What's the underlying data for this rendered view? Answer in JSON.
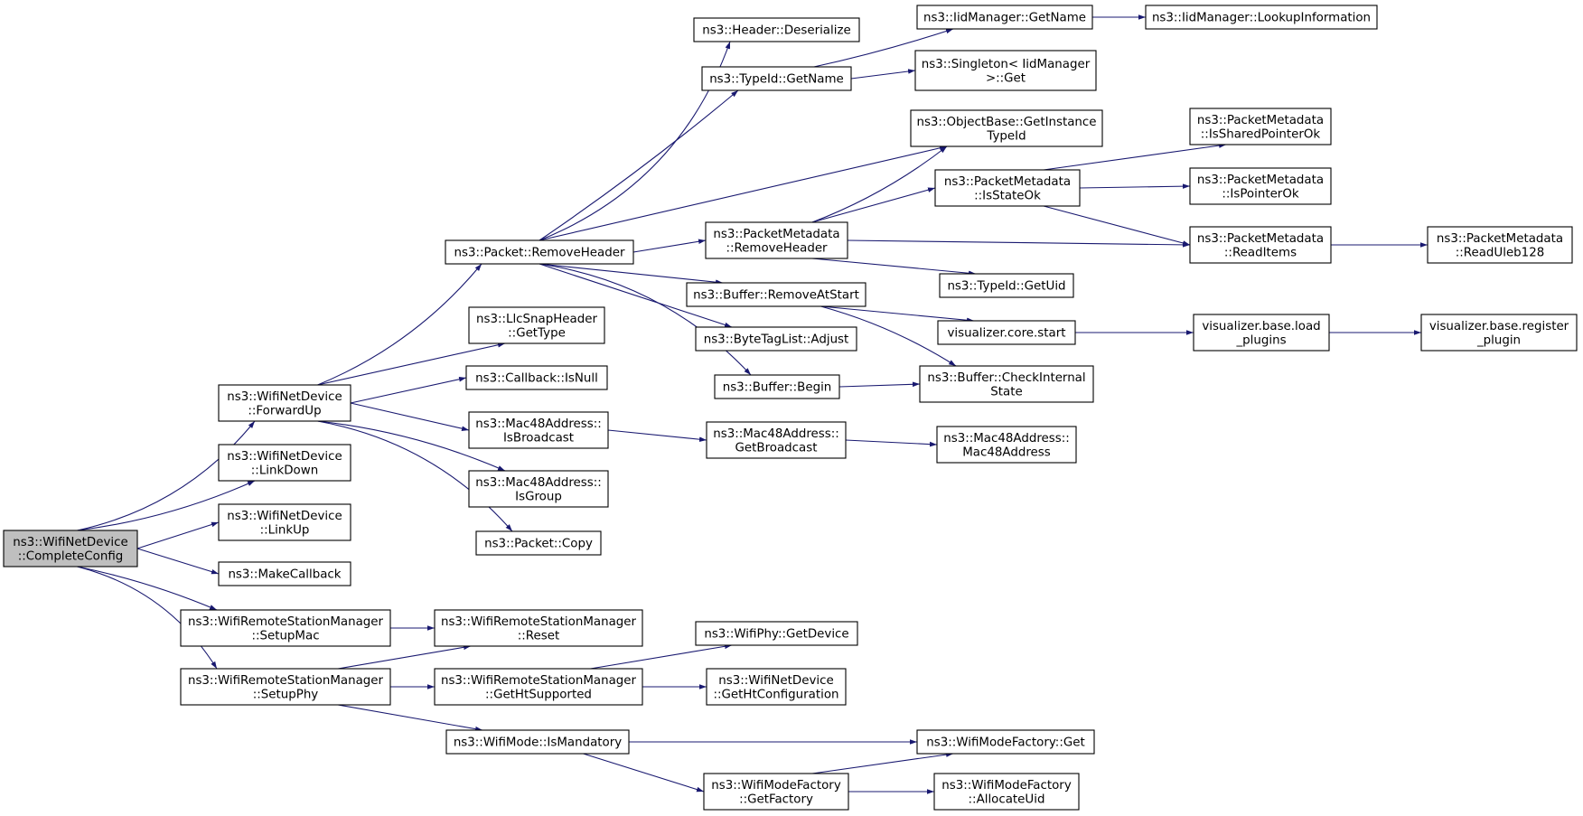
{
  "diagram": {
    "nodes": [
      {
        "id": "n0",
        "lines": [
          "ns3::WifiNetDevice",
          "::CompleteConfig"
        ],
        "root": true
      },
      {
        "id": "n1",
        "lines": [
          "ns3::WifiNetDevice",
          "::ForwardUp"
        ]
      },
      {
        "id": "n2",
        "lines": [
          "ns3::WifiNetDevice",
          "::LinkDown"
        ]
      },
      {
        "id": "n3",
        "lines": [
          "ns3::WifiNetDevice",
          "::LinkUp"
        ]
      },
      {
        "id": "n4",
        "lines": [
          "ns3::MakeCallback"
        ]
      },
      {
        "id": "n5",
        "lines": [
          "ns3::WifiRemoteStationManager",
          "::SetupMac"
        ]
      },
      {
        "id": "n6",
        "lines": [
          "ns3::WifiRemoteStationManager",
          "::SetupPhy"
        ]
      },
      {
        "id": "n7",
        "lines": [
          "ns3::Packet::RemoveHeader"
        ]
      },
      {
        "id": "n8",
        "lines": [
          "ns3::LlcSnapHeader",
          "::GetType"
        ]
      },
      {
        "id": "n9",
        "lines": [
          "ns3::Callback::IsNull"
        ]
      },
      {
        "id": "n10",
        "lines": [
          "ns3::Mac48Address::",
          "IsBroadcast"
        ]
      },
      {
        "id": "n11",
        "lines": [
          "ns3::Mac48Address::",
          "IsGroup"
        ]
      },
      {
        "id": "n12",
        "lines": [
          "ns3::Packet::Copy"
        ]
      },
      {
        "id": "n13",
        "lines": [
          "ns3::WifiRemoteStationManager",
          "::Reset"
        ]
      },
      {
        "id": "n14",
        "lines": [
          "ns3::WifiRemoteStationManager",
          "::GetHtSupported"
        ]
      },
      {
        "id": "n15",
        "lines": [
          "ns3::WifiMode::IsMandatory"
        ]
      },
      {
        "id": "n16",
        "lines": [
          "ns3::Header::Deserialize"
        ]
      },
      {
        "id": "n17",
        "lines": [
          "ns3::TypeId::GetName"
        ]
      },
      {
        "id": "n18",
        "lines": [
          "ns3::PacketMetadata",
          "::RemoveHeader"
        ]
      },
      {
        "id": "n19",
        "lines": [
          "ns3::Buffer::RemoveAtStart"
        ]
      },
      {
        "id": "n20",
        "lines": [
          "ns3::ByteTagList::Adjust"
        ]
      },
      {
        "id": "n21",
        "lines": [
          "ns3::Buffer::Begin"
        ]
      },
      {
        "id": "n22",
        "lines": [
          "ns3::Mac48Address::",
          "GetBroadcast"
        ]
      },
      {
        "id": "n23",
        "lines": [
          "ns3::WifiPhy::GetDevice"
        ]
      },
      {
        "id": "n24",
        "lines": [
          "ns3::WifiNetDevice",
          "::GetHtConfiguration"
        ]
      },
      {
        "id": "n25",
        "lines": [
          "ns3::WifiModeFactory",
          "::GetFactory"
        ]
      },
      {
        "id": "n26",
        "lines": [
          "ns3::IidManager::GetName"
        ]
      },
      {
        "id": "n27",
        "lines": [
          "ns3::Singleton< IidManager",
          ">::Get"
        ]
      },
      {
        "id": "n28",
        "lines": [
          "ns3::ObjectBase::GetInstance",
          "TypeId"
        ]
      },
      {
        "id": "n29",
        "lines": [
          "ns3::PacketMetadata",
          "::IsStateOk"
        ]
      },
      {
        "id": "n30",
        "lines": [
          "ns3::TypeId::GetUid"
        ]
      },
      {
        "id": "n31",
        "lines": [
          "visualizer.core.start"
        ]
      },
      {
        "id": "n32",
        "lines": [
          "ns3::Buffer::CheckInternal",
          "State"
        ]
      },
      {
        "id": "n33",
        "lines": [
          "ns3::Mac48Address::",
          "Mac48Address"
        ]
      },
      {
        "id": "n34",
        "lines": [
          "ns3::WifiModeFactory::Get"
        ]
      },
      {
        "id": "n35",
        "lines": [
          "ns3::WifiModeFactory",
          "::AllocateUid"
        ]
      },
      {
        "id": "n36",
        "lines": [
          "ns3::IidManager::LookupInformation"
        ]
      },
      {
        "id": "n37",
        "lines": [
          "ns3::PacketMetadata",
          "::IsSharedPointerOk"
        ]
      },
      {
        "id": "n38",
        "lines": [
          "ns3::PacketMetadata",
          "::IsPointerOk"
        ]
      },
      {
        "id": "n39",
        "lines": [
          "ns3::PacketMetadata",
          "::ReadItems"
        ]
      },
      {
        "id": "n40",
        "lines": [
          "visualizer.base.load",
          "_plugins"
        ]
      },
      {
        "id": "n41",
        "lines": [
          "ns3::PacketMetadata",
          "::ReadUleb128"
        ]
      },
      {
        "id": "n42",
        "lines": [
          "visualizer.base.register",
          "_plugin"
        ]
      }
    ],
    "edges": [
      [
        "n0",
        "n1"
      ],
      [
        "n0",
        "n2"
      ],
      [
        "n0",
        "n3"
      ],
      [
        "n0",
        "n4"
      ],
      [
        "n0",
        "n5"
      ],
      [
        "n0",
        "n6"
      ],
      [
        "n1",
        "n7"
      ],
      [
        "n1",
        "n8"
      ],
      [
        "n1",
        "n9"
      ],
      [
        "n1",
        "n10"
      ],
      [
        "n1",
        "n11"
      ],
      [
        "n1",
        "n12"
      ],
      [
        "n5",
        "n13"
      ],
      [
        "n6",
        "n13"
      ],
      [
        "n6",
        "n14"
      ],
      [
        "n6",
        "n15"
      ],
      [
        "n7",
        "n16"
      ],
      [
        "n7",
        "n17"
      ],
      [
        "n7",
        "n28"
      ],
      [
        "n7",
        "n18"
      ],
      [
        "n7",
        "n19"
      ],
      [
        "n7",
        "n20"
      ],
      [
        "n7",
        "n21"
      ],
      [
        "n17",
        "n26"
      ],
      [
        "n17",
        "n27"
      ],
      [
        "n26",
        "n36"
      ],
      [
        "n18",
        "n28"
      ],
      [
        "n18",
        "n29"
      ],
      [
        "n18",
        "n39"
      ],
      [
        "n18",
        "n30"
      ],
      [
        "n29",
        "n37"
      ],
      [
        "n29",
        "n38"
      ],
      [
        "n29",
        "n39"
      ],
      [
        "n39",
        "n41"
      ],
      [
        "n19",
        "n31"
      ],
      [
        "n19",
        "n32"
      ],
      [
        "n21",
        "n32"
      ],
      [
        "n31",
        "n40"
      ],
      [
        "n40",
        "n42"
      ],
      [
        "n10",
        "n22"
      ],
      [
        "n22",
        "n33"
      ],
      [
        "n14",
        "n23"
      ],
      [
        "n14",
        "n24"
      ],
      [
        "n15",
        "n34"
      ],
      [
        "n15",
        "n25"
      ],
      [
        "n25",
        "n34"
      ],
      [
        "n25",
        "n35"
      ]
    ]
  }
}
